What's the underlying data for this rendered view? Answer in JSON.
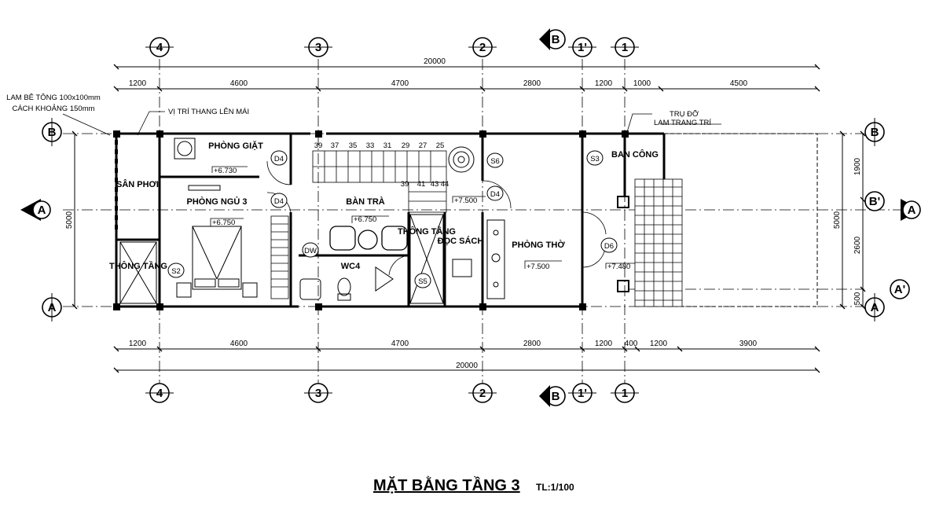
{
  "title": "MẶT BẰNG TẦNG 3",
  "scale": "TL:1/100",
  "axes": {
    "col4": "4",
    "col3": "3",
    "col2": "2",
    "col1p": "1'",
    "col1": "1",
    "rowB": "B",
    "rowBp": "B'",
    "rowA": "A",
    "rowAp": "A'"
  },
  "dimensions": {
    "total": "20000",
    "top": [
      "1200",
      "4600",
      "4700",
      "2800",
      "1200",
      "1000",
      "4500"
    ],
    "bottom": [
      "1200",
      "4600",
      "4700",
      "2800",
      "1200",
      "400",
      "1200",
      "3900"
    ],
    "left": "5000",
    "right": [
      "5000",
      "1900",
      "2600",
      "500"
    ]
  },
  "rooms": {
    "san_phoi": "SÂN PHƠI",
    "thong_tang_left": "THÔNG TẦNG",
    "phong_giat": "PHÒNG GIẶT",
    "phong_ngu": "PHÒNG NGỦ 3",
    "ban_tra": "BÀN TRÀ",
    "wc": "WC4",
    "thong_tang_mid": "THÔNG TẦNG",
    "doc_sach": "ĐỌC SÁCH",
    "phong_tho": "PHÒNG THỜ",
    "ban_cong": "BAN CÔNG"
  },
  "levels": {
    "giat": "+6.730",
    "ngu": "+6.750",
    "tra": "+6.750",
    "stair": "+7.500",
    "tho": "+7.500",
    "bancong": "+7.480"
  },
  "doors": {
    "d4a": "D4",
    "d4b": "D4",
    "d4c": "D4",
    "d6": "D6",
    "s2": "S2",
    "s3": "S3",
    "s5": "S5",
    "s6": "S6",
    "dw": "DW"
  },
  "stair_numbers_top": [
    "39",
    "37",
    "35",
    "33",
    "31",
    "29",
    "27",
    "25"
  ],
  "stair_numbers_bottom": [
    "39",
    "41",
    "43",
    "44"
  ],
  "notes": {
    "lam_be_tong_1": "LAM BÊ TÔNG 100x100mm",
    "lam_be_tong_2": "CÁCH KHOẢNG 150mm",
    "vi_tri_thang": "VỊ TRÍ THANG LÊN MÁI",
    "tru_do": "TRỤ ĐỠ",
    "lam_trang_tri": "LAM TRANG TRÍ"
  }
}
